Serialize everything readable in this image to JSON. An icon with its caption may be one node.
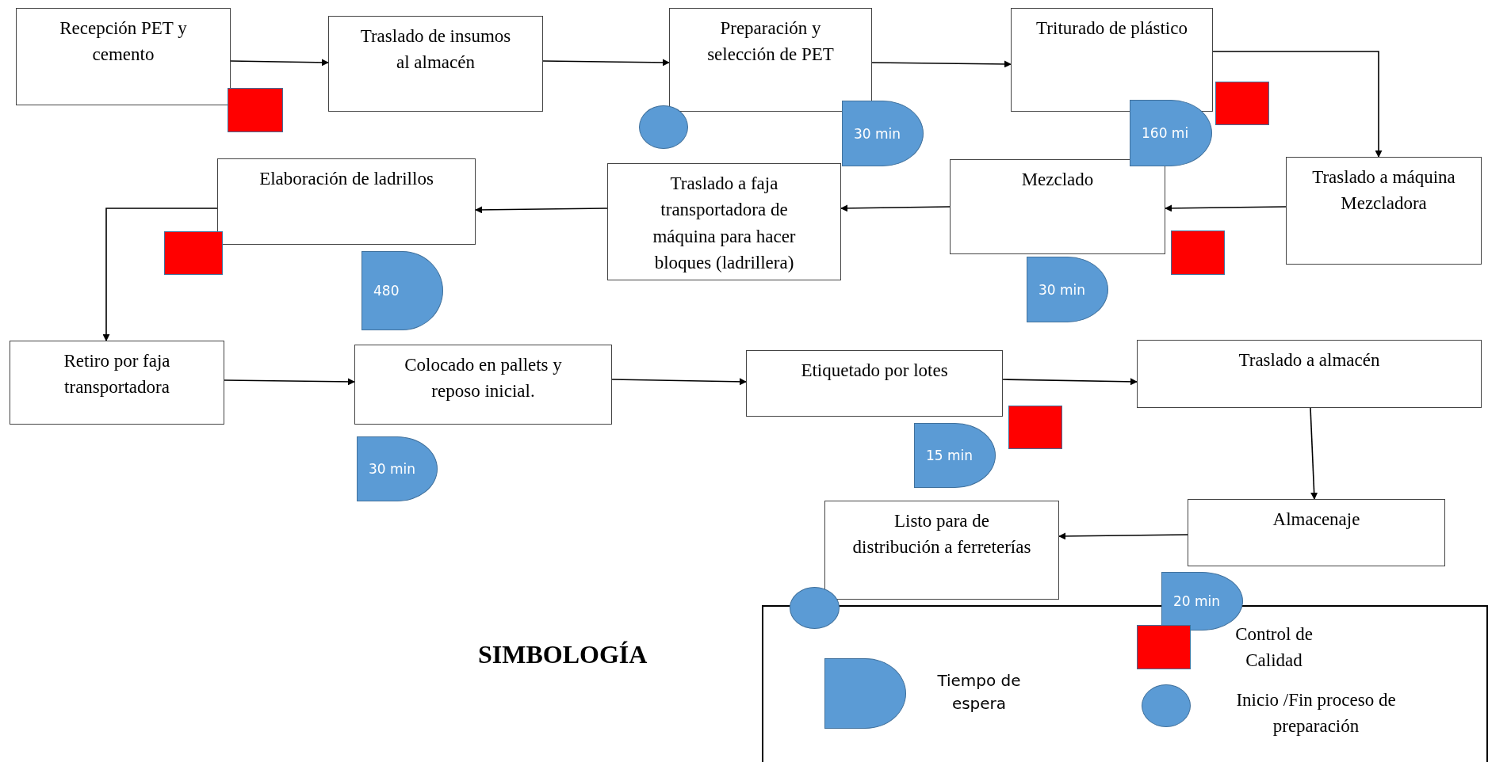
{
  "diagram": {
    "nodes": [
      {
        "text": [
          "Recepción PET y cemento"
        ]
      },
      {
        "text": [
          "Traslado de insumos al almacén"
        ]
      },
      {
        "text": [
          "Preparación y selección de PET"
        ]
      },
      {
        "text": [
          "Triturado de plástico"
        ]
      },
      {
        "text": [
          "Traslado a máquina Mezcladora"
        ]
      },
      {
        "text": [
          "Mezclado"
        ]
      },
      {
        "text": [
          "Traslado a faja transportadora de máquina para hacer bloques (ladrillera)"
        ]
      },
      {
        "text": [
          "Elaboración de ladrillos"
        ]
      },
      {
        "text": [
          "Retiro por faja transportadora"
        ]
      },
      {
        "text": [
          "Colocado en pallets y reposo inicial."
        ]
      },
      {
        "text": [
          "Etiquetado por lotes"
        ]
      },
      {
        "text": [
          "Traslado a almacén"
        ]
      },
      {
        "text": [
          "Almacenaje"
        ]
      },
      {
        "text": [
          "Listo para de distribución a ferreterías"
        ]
      },
      {
        "text": [
          "30 min"
        ]
      },
      {
        "text": [
          "160 mi"
        ]
      },
      {
        "text": [
          "480"
        ]
      },
      {
        "text": [
          "30 min"
        ]
      },
      {
        "text": [
          "30 min"
        ]
      },
      {
        "text": [
          "15 min"
        ]
      },
      {
        "text": [
          "20 min"
        ]
      }
    ],
    "edges": [
      {
        "from": 0,
        "to": 1,
        "arrow": "to"
      },
      {
        "from": 1,
        "to": 2,
        "arrow": "to"
      },
      {
        "from": 2,
        "to": 3,
        "arrow": "to"
      },
      {
        "from": 3,
        "to": 4,
        "arrow": "to"
      },
      {
        "from": 4,
        "to": 5,
        "arrow": "to"
      },
      {
        "from": 5,
        "to": 6,
        "arrow": "to"
      },
      {
        "from": 6,
        "to": 7,
        "arrow": "to"
      },
      {
        "from": 7,
        "to": 8,
        "arrow": "to"
      },
      {
        "from": 8,
        "to": 9,
        "arrow": "to"
      },
      {
        "from": 9,
        "to": 10,
        "arrow": "to"
      },
      {
        "from": 10,
        "to": 11,
        "arrow": "to"
      },
      {
        "from": 11,
        "to": 12,
        "arrow": "to"
      },
      {
        "from": 12,
        "to": 13,
        "arrow": "to"
      }
    ],
    "labels": [
      "SIMBOLOGÍA"
    ],
    "legend": [
      {
        "text": "Control de Calidad",
        "color": "#ff0000"
      },
      {
        "text": "Tiempo de espera"
      },
      {
        "text": "Inicio /Fin proceso de preparación"
      }
    ]
  }
}
